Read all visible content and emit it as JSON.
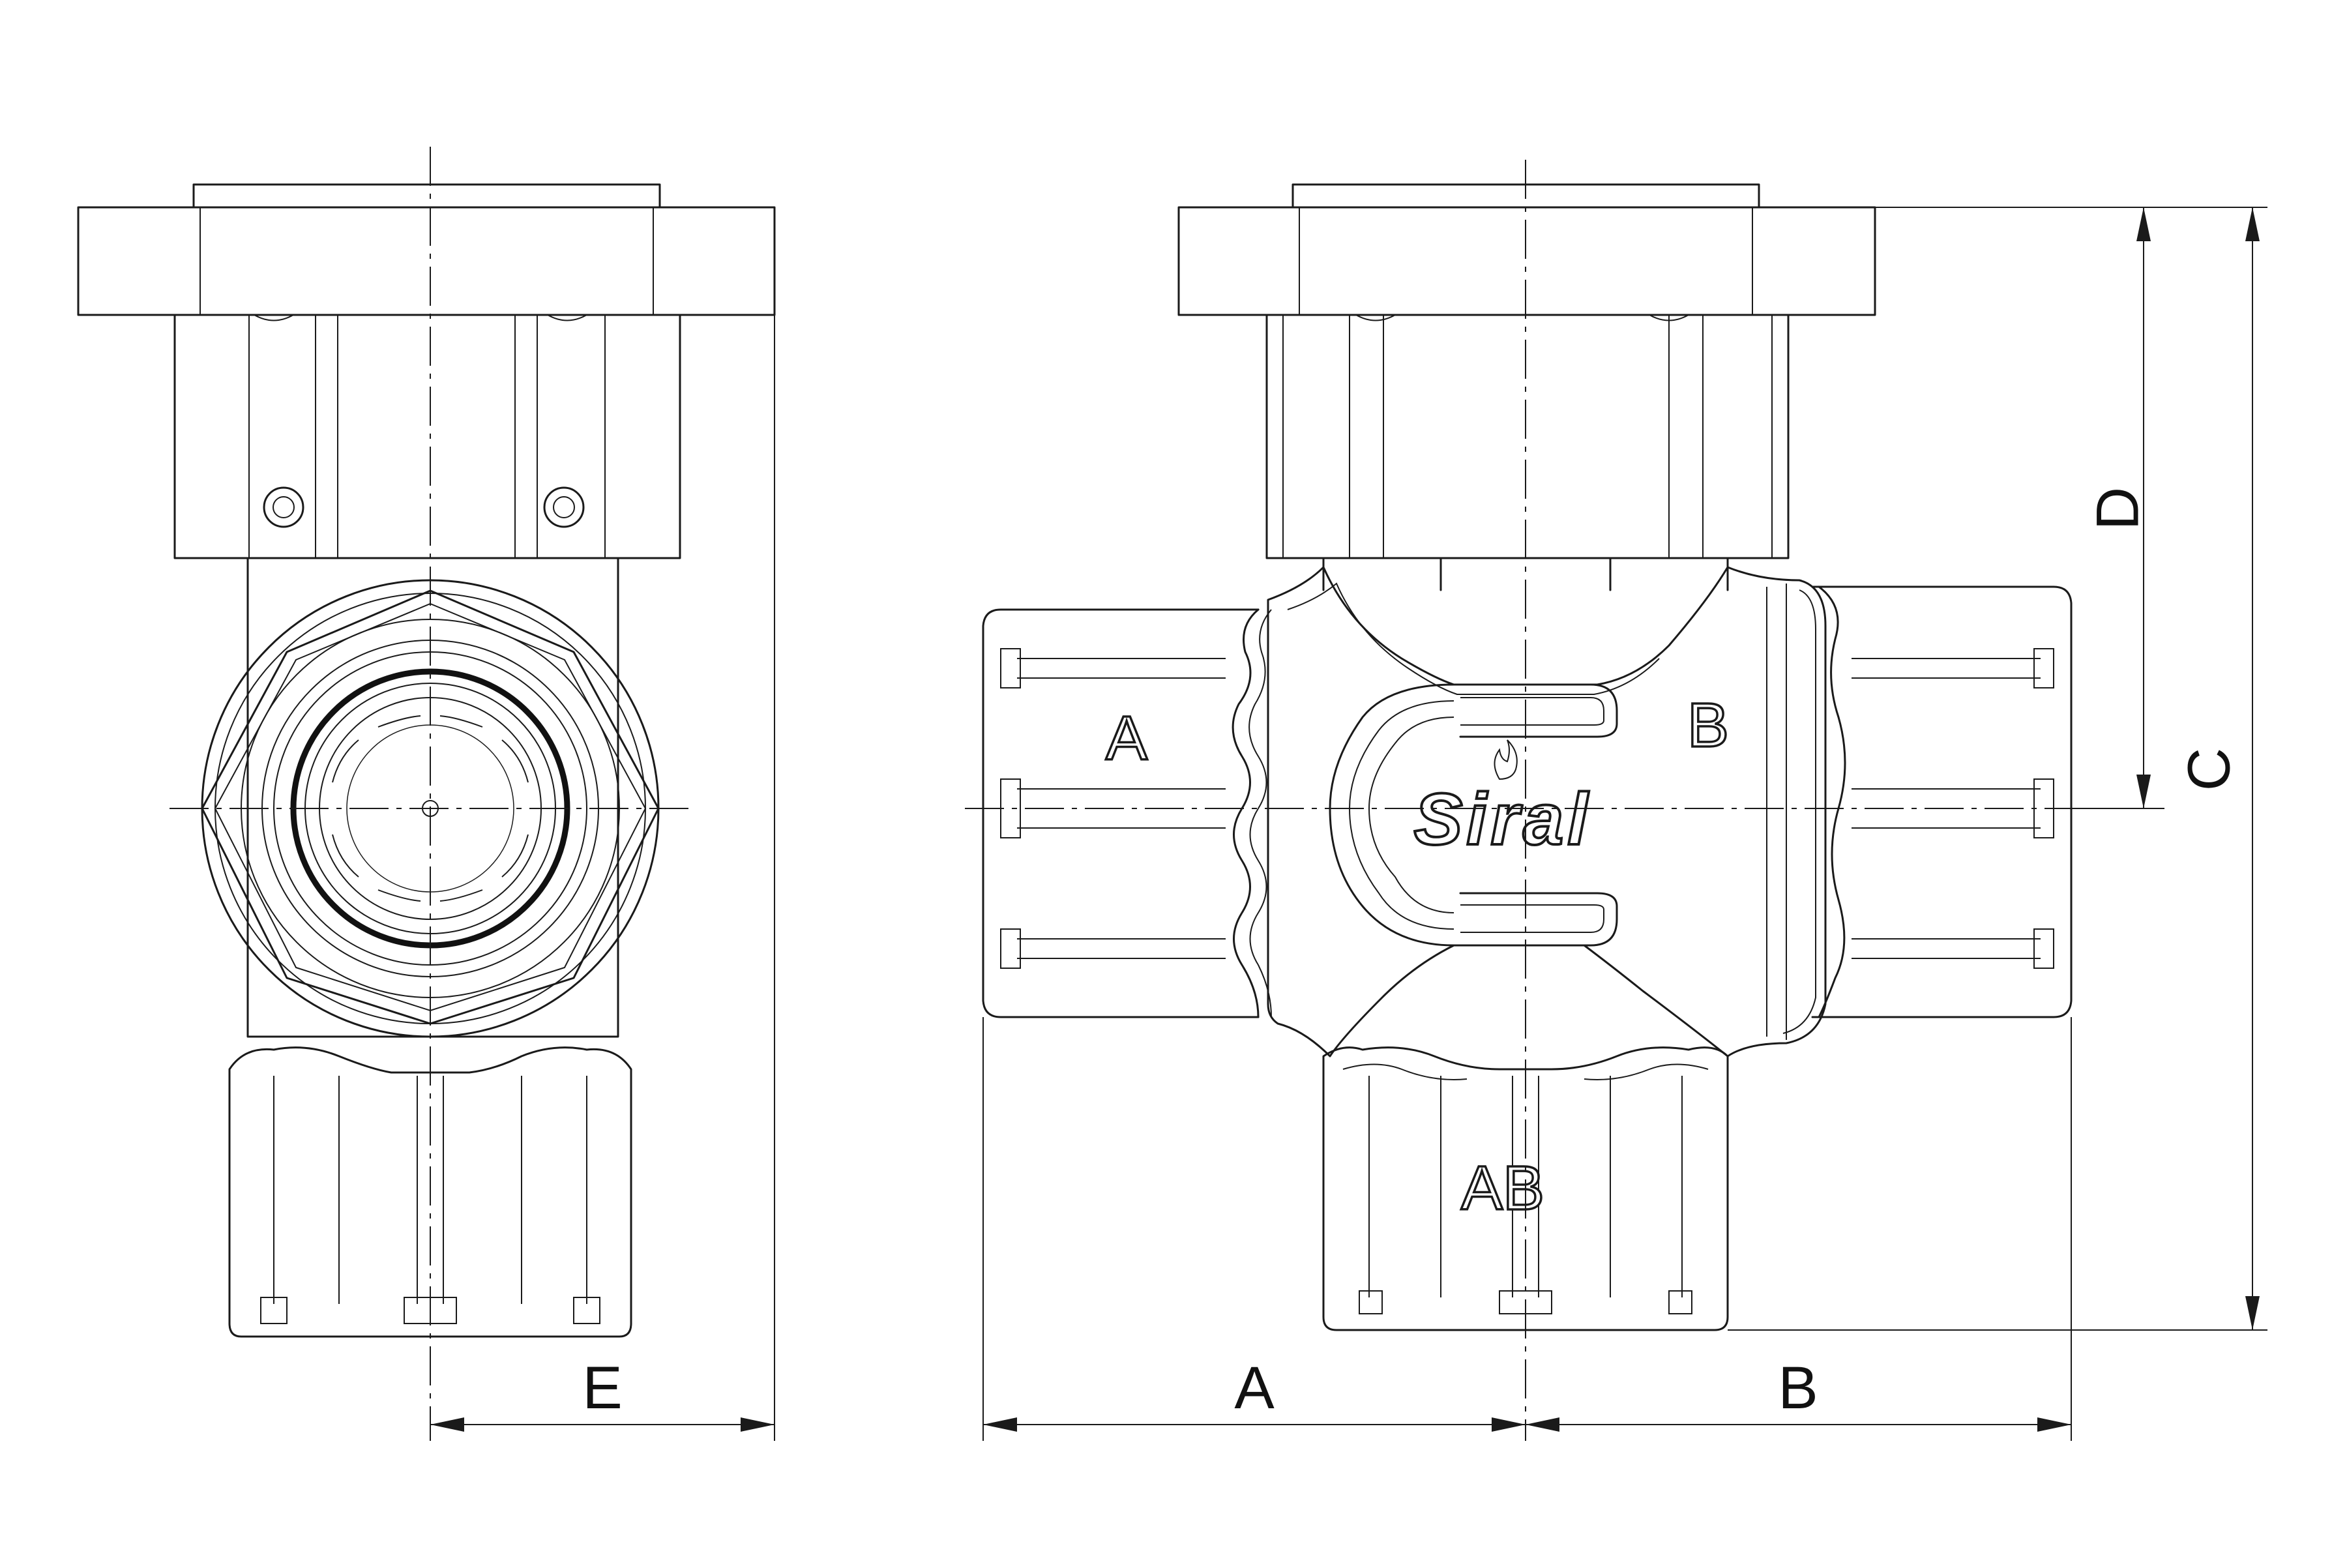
{
  "drawing": {
    "brand_logo": "Siral",
    "port_labels": {
      "a": "A",
      "b": "B",
      "ab": "AB"
    },
    "dimension_labels": {
      "a": "A",
      "b": "B",
      "c": "C",
      "d": "D",
      "e": "E"
    },
    "line_color": "#1a1a1a",
    "background": "#ffffff"
  }
}
